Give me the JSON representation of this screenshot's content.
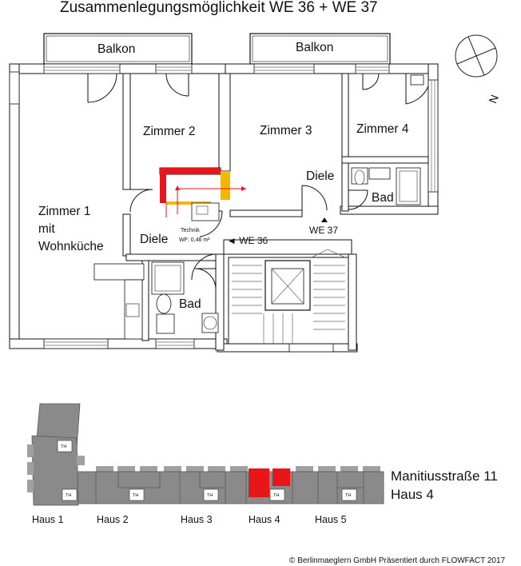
{
  "title": "Zusammenlegungsmöglichkeit WE 36 + WE 37",
  "compass": {
    "label": "N"
  },
  "rooms": {
    "balkon_left": "Balkon",
    "balkon_right": "Balkon",
    "zimmer1": [
      "Zimmer 1",
      "mit",
      "Wohnküche"
    ],
    "zimmer2": "Zimmer 2",
    "zimmer3": "Zimmer 3",
    "zimmer4": "Zimmer 4",
    "diele_left": "Diele",
    "diele_right": "Diele",
    "bad_left": "Bad",
    "bad_right": "Bad",
    "technik": "Technik",
    "technik_area": "WF: 0,46 m²"
  },
  "units": {
    "we36": "◄ WE 36",
    "we37": "WE 37"
  },
  "site_plan": {
    "stair_label": "TH",
    "houses": [
      "Haus 1",
      "Haus 2",
      "Haus 3",
      "Haus 4",
      "Haus 5"
    ],
    "address_line1": "Manitiusstraße 11",
    "address_line2": "Haus 4"
  },
  "colors": {
    "highlight_red": "#e8161b",
    "highlight_yellow": "#f2b705",
    "building_gray": "#8a8a8a"
  },
  "copyright": "© Berlinmaeglern GmbH Präsentiert durch FLOWFACT 2017"
}
